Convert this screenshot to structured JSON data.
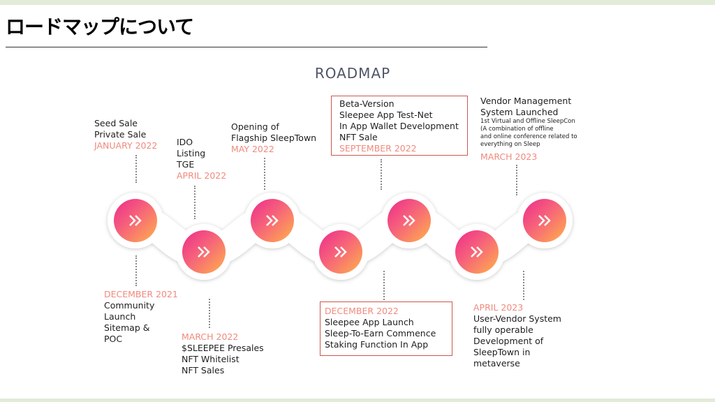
{
  "page": {
    "heading": "ロードマップについて",
    "diagram_title": "ROADMAP"
  },
  "milestones": {
    "jan2022": {
      "date": "JANUARY 2022",
      "items": [
        "Seed Sale",
        "Private Sale"
      ]
    },
    "dec2021": {
      "date": "DECEMBER 2021",
      "items": [
        "Community",
        "Launch",
        "Sitemap &",
        "POC"
      ]
    },
    "apr2022": {
      "date": "APRIL 2022",
      "items": [
        "IDO",
        "Listing",
        "TGE"
      ]
    },
    "mar2022": {
      "date": "MARCH 2022",
      "items": [
        "$SLEEPEE Presales",
        "NFT Whitelist",
        "NFT Sales"
      ]
    },
    "may2022": {
      "date": "MAY 2022",
      "items": [
        "Opening of",
        "Flagship SleepTown"
      ]
    },
    "sep2022": {
      "date": "SEPTEMBER 2022",
      "items": [
        "Beta-Version",
        "Sleepee App Test-Net",
        "In App Wallet Development",
        "NFT Sale"
      ]
    },
    "dec2022": {
      "date": "DECEMBER 2022",
      "items": [
        "Sleepee App Launch",
        "Sleep-To-Earn Commence",
        "Staking Function In App"
      ]
    },
    "mar2023": {
      "date": "MARCH 2023",
      "items": [
        "Vendor Management",
        "System Launched"
      ],
      "details": [
        "1st Virtual and Offline SleepCon",
        "(A combination of offline",
        "and online conference related to",
        "everything on Sleep"
      ]
    },
    "apr2023": {
      "date": "APRIL 2023",
      "items": [
        "User-Vendor System",
        "fully operable",
        "Development of",
        "SleepTown in",
        "metaverse"
      ]
    }
  },
  "colors": {
    "gradient_start": "#ed2b8d",
    "gradient_mid": "#f6637a",
    "gradient_end": "#ffb24a",
    "date_text": "#f08a7e",
    "box_border": "#c9584c",
    "title_text": "#4e5568",
    "frame": "#e2ecd9"
  },
  "icons": {
    "node": "double-chevron-right-icon"
  }
}
